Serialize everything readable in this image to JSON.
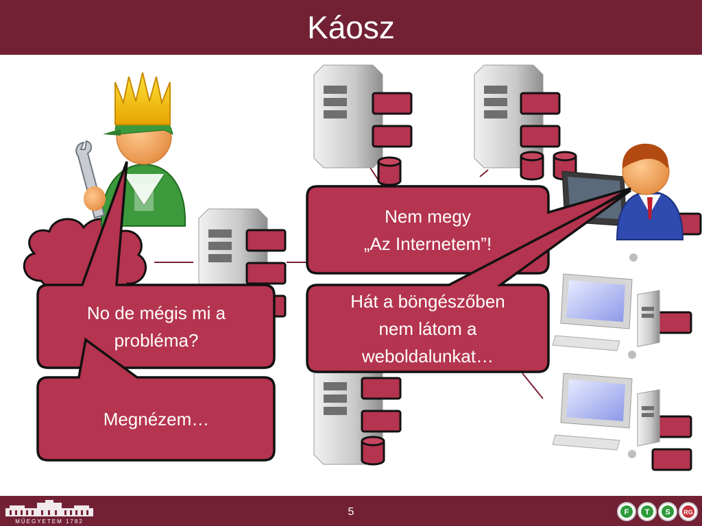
{
  "slide": {
    "title": "Káosz",
    "page_number": "5"
  },
  "bubbles": {
    "admin_question": [
      "No de mégis mi a",
      "probléma?"
    ],
    "admin_answer": [
      "Megnézem…"
    ],
    "user_complaint": [
      "Nem megy",
      "„Az Internetem”!"
    ],
    "user_detail": [
      "Hát a böngészőben",
      "nem látom a",
      "weboldalunkat…"
    ]
  },
  "footer": {
    "university_logo_text": "MŰEGYETEM 1782",
    "ftsrg_logo_letters": [
      "F",
      "T",
      "S",
      "RG"
    ]
  },
  "colors": {
    "brand": "#722135",
    "box_fill": "#b5344f",
    "bubble_fill": "#b5344f"
  }
}
